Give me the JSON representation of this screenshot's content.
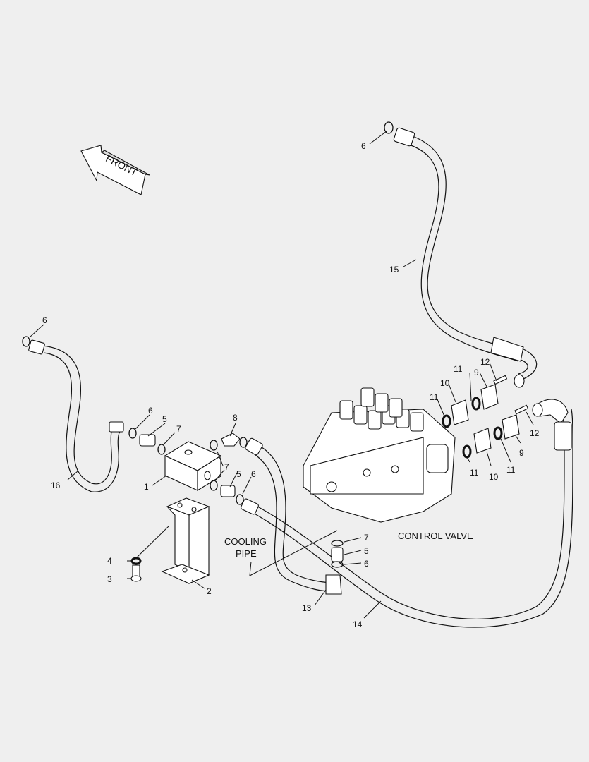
{
  "front_arrow": {
    "label": "FRONT"
  },
  "labels": {
    "control_valve": "CONTROL VALVE",
    "cooling_pipe_line1": "COOLING",
    "cooling_pipe_line2": "PIPE"
  },
  "callouts": {
    "n1": "1",
    "n2": "2",
    "n3": "3",
    "n4": "4",
    "n5a": "5",
    "n5b": "5",
    "n5c": "5",
    "n6a": "6",
    "n6b": "6",
    "n6c": "6",
    "n6d": "6",
    "n6e": "6",
    "n7a": "7",
    "n7b": "7",
    "n7c": "7",
    "n8": "8",
    "n9a": "9",
    "n9b": "9",
    "n10a": "10",
    "n10b": "10",
    "n11a": "11",
    "n11b": "11",
    "n11c": "11",
    "n11d": "11",
    "n12a": "12",
    "n12b": "12",
    "n13": "13",
    "n14": "14",
    "n15": "15",
    "n16": "16"
  }
}
